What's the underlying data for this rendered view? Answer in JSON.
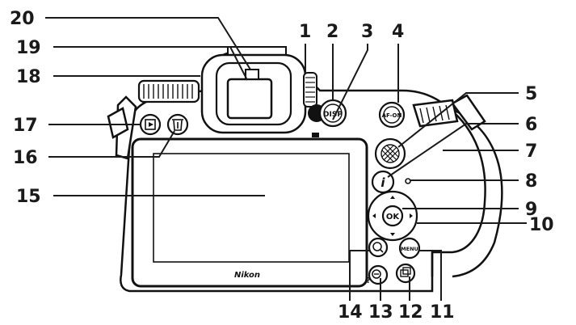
{
  "brand": "Nikon",
  "buttons": {
    "disp": "DISP",
    "af_on": "AF-ON",
    "ok": "OK",
    "menu": "MENU",
    "info": "i"
  },
  "marks": {
    "help": "?"
  },
  "callouts": [
    "1",
    "2",
    "3",
    "4",
    "5",
    "6",
    "7",
    "8",
    "9",
    "10",
    "11",
    "12",
    "13",
    "14",
    "15",
    "16",
    "17",
    "18",
    "19",
    "20"
  ]
}
